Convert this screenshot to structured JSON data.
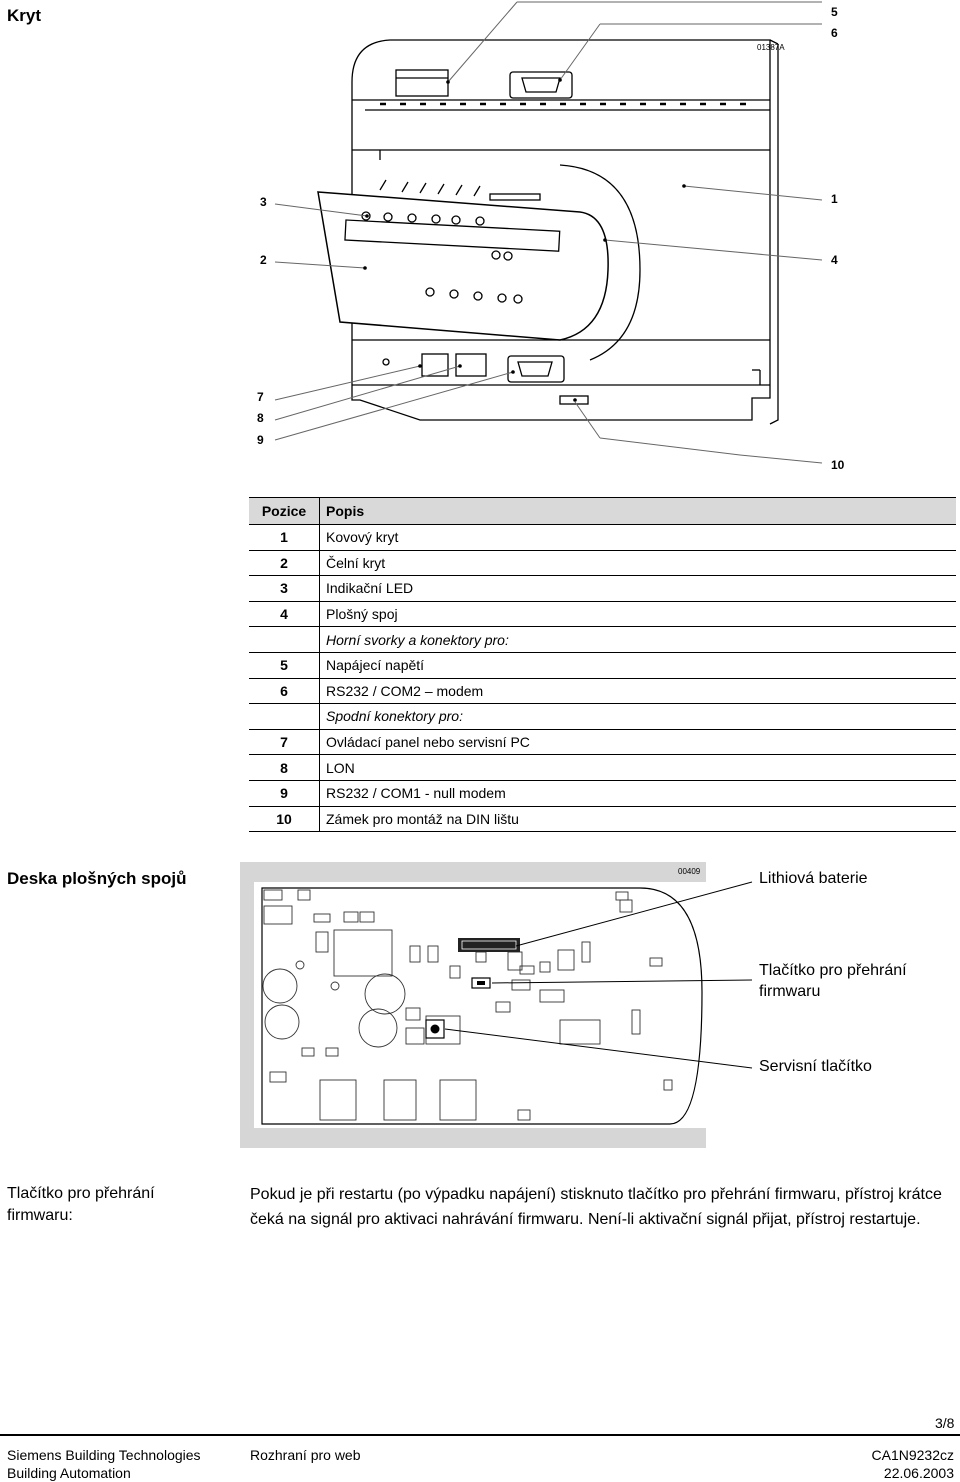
{
  "page_title": "Kryt",
  "figure1": {
    "ref": "01387A",
    "callouts": [
      "5",
      "6",
      "3",
      "1",
      "2",
      "4",
      "7",
      "8",
      "9",
      "10"
    ]
  },
  "table": {
    "headers": [
      "Pozice",
      "Popis"
    ],
    "rows": [
      {
        "num": "1",
        "text": "Kovový kryt"
      },
      {
        "num": "2",
        "text": "Čelní kryt"
      },
      {
        "num": "3",
        "text": "Indikační LED"
      },
      {
        "num": "4",
        "text": "Plošný spoj"
      },
      {
        "num": "",
        "text": "Horní svorky a konektory pro:",
        "subhead": true
      },
      {
        "num": "5",
        "text": "Napájecí napětí"
      },
      {
        "num": "6",
        "text": "RS232 / COM2 – modem"
      },
      {
        "num": "",
        "text": "Spodní konektory pro:",
        "subhead": true
      },
      {
        "num": "7",
        "text": "Ovládací panel nebo servisní PC"
      },
      {
        "num": "8",
        "text": "LON"
      },
      {
        "num": "9",
        "text": "RS232 / COM1 - null modem"
      },
      {
        "num": "10",
        "text": "Zámek pro montáž na DIN lištu"
      }
    ]
  },
  "pcb_section": {
    "title": "Deska plošných spojů",
    "ref": "00409",
    "labels": {
      "battery": "Lithiová baterie",
      "firmware_button_line1": "Tlačítko pro přehrání",
      "firmware_button_line2": "firmwaru",
      "service_button": "Servisní tlačítko"
    }
  },
  "firmware_section": {
    "title_line1": "Tlačítko pro přehrání",
    "title_line2": "firmwaru:",
    "body": "Pokud je při restartu (po výpadku napájení) stisknuto tlačítko pro přehrání firmwaru, přístroj krátce čeká na signál pro aktivaci nahrávání firmwaru. Není-li aktivační signál přijat, přístroj restartuje."
  },
  "page_number": "3/8",
  "footer": {
    "company_line1": "Siemens Building Technologies",
    "company_line2": "Building Automation",
    "doc_title": "Rozhraní pro web",
    "doc_code": "CA1N9232cz",
    "date": "22.06.2003"
  }
}
